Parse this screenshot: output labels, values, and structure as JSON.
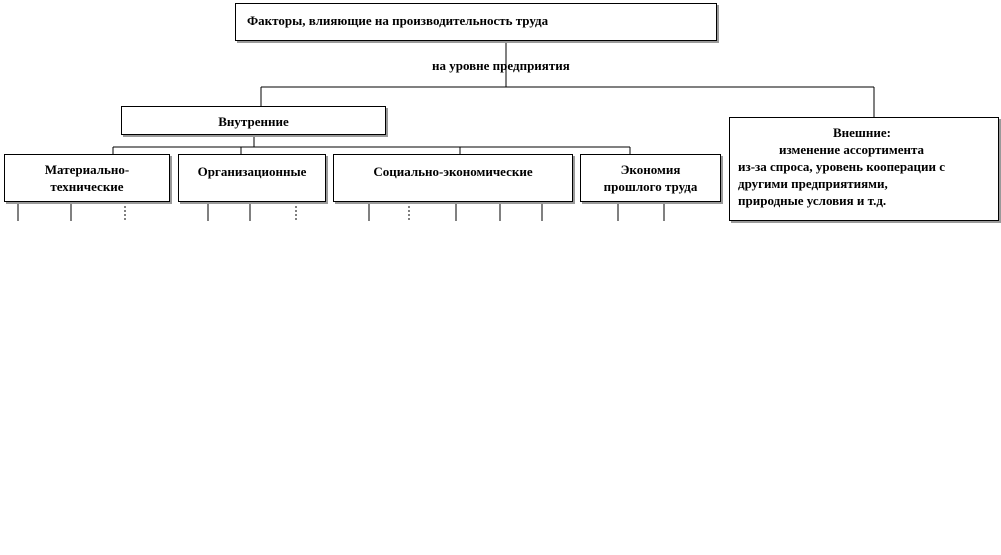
{
  "diagram": {
    "title": "Факторы, влияющие на производительность труда",
    "level_label": "на уровне предприятия",
    "internal_label": "Внутренние",
    "groups": [
      {
        "id": "mat",
        "lines": [
          "Материально-",
          "технические"
        ]
      },
      {
        "id": "org",
        "lines": [
          "Организационные"
        ]
      },
      {
        "id": "soc",
        "lines": [
          "Социально-экономические"
        ]
      },
      {
        "id": "eco",
        "lines": [
          "Экономия",
          "прошлого труда"
        ]
      }
    ],
    "external": {
      "title": "Внешние:",
      "lines": [
        "изменение ассортимента",
        "из-за спроса, уровень кооперации с",
        "другими предприятиями,",
        "природные условия и т.д."
      ]
    }
  }
}
